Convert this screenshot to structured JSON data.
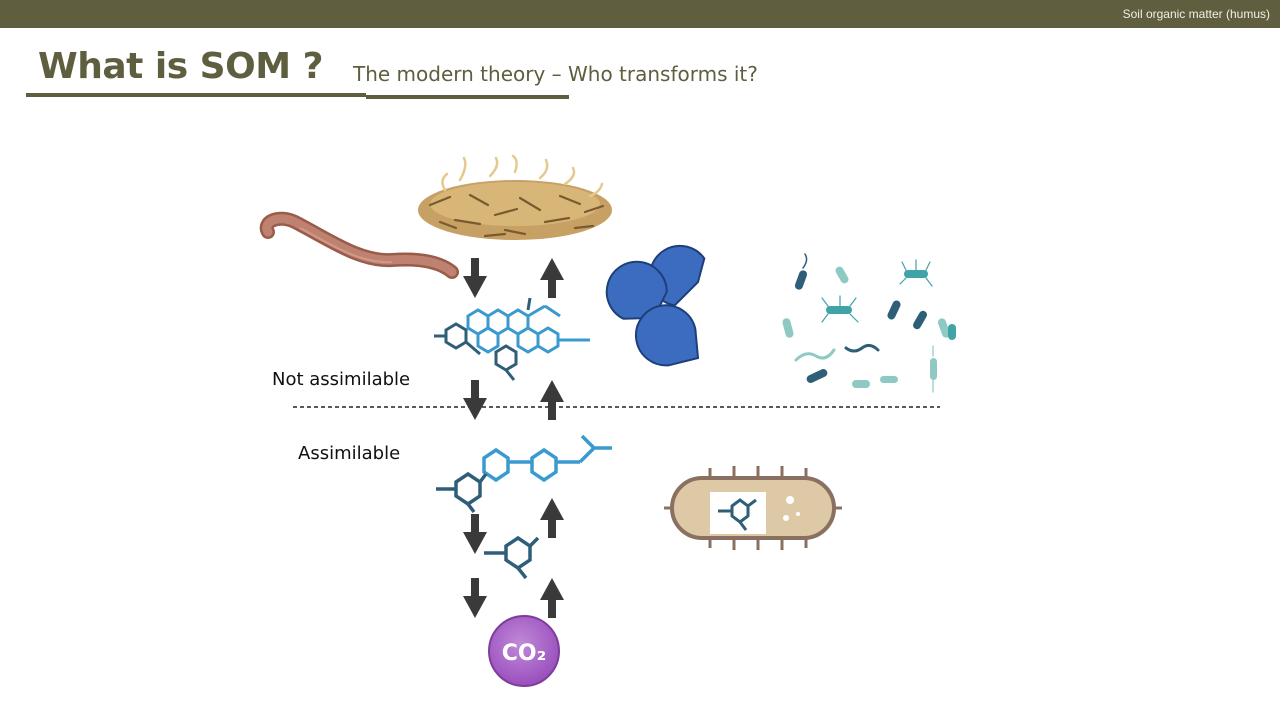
{
  "header": {
    "section_label": "Soil organic matter (humus)"
  },
  "slide": {
    "title": "What is SOM ?",
    "subtitle": "The modern theory – Who transforms it?"
  },
  "diagram": {
    "labels": {
      "not_assimilable": "Not assimilable",
      "assimilable": "Assimilable",
      "co2": "CO₂"
    },
    "colors": {
      "header_bar": "#5f5e3f",
      "enzyme_blue": "#3b6cc0",
      "molecule_light": "#3a9ad0",
      "molecule_dark": "#2f5f78",
      "co2_purple": "#a15bc2",
      "worm": "#b0705c",
      "litter": "#c9a46a",
      "bacteria_teal": "#3fa3a8"
    },
    "icons": [
      "worm-icon",
      "plant-litter-icon",
      "enzyme-icon",
      "bacteria-icon",
      "bacterium-cell-icon",
      "co2-bubble-icon",
      "arrow-down-icon",
      "arrow-up-icon"
    ]
  }
}
